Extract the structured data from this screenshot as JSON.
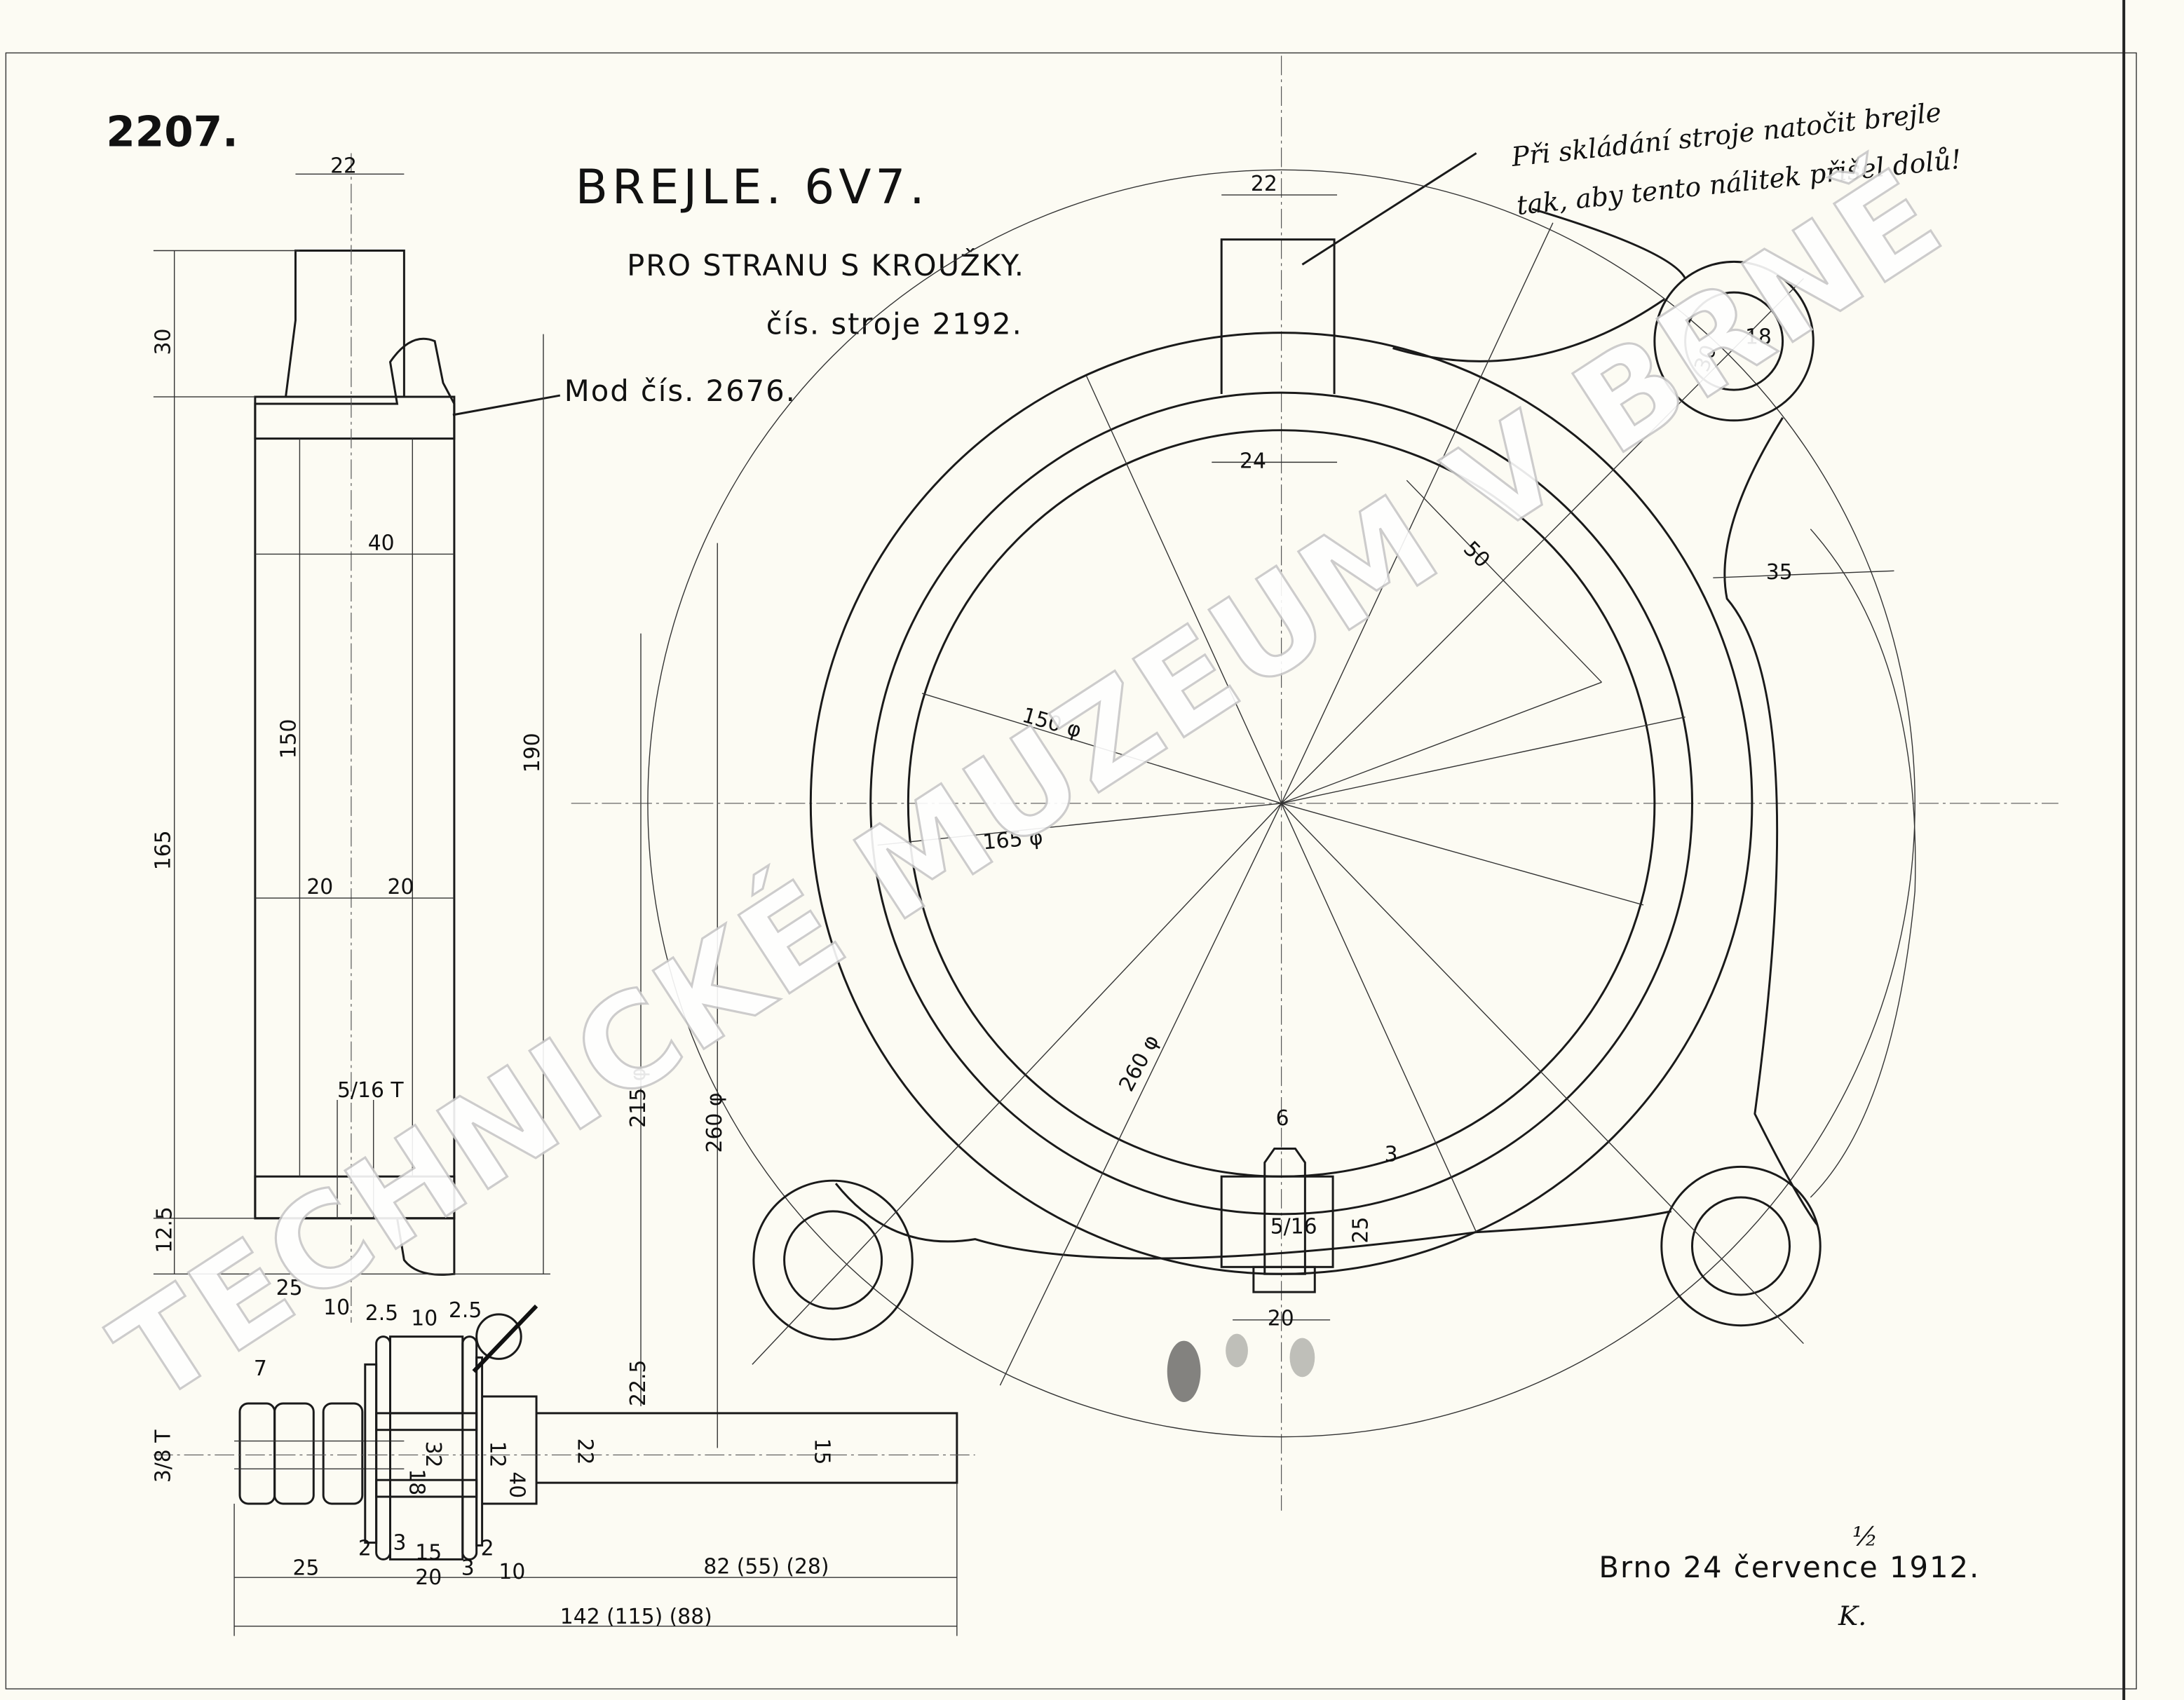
{
  "drawing": {
    "number": "2207.",
    "title": "BREJLE. 6V7.",
    "subtitle": "PRO STRANU S KROUŽKY.",
    "machine_no": "čís. stroje 2192.",
    "model_ref": "Mod čís. 2676.",
    "note_line1": "Při skládání stroje natočit brejle",
    "note_line2": "tak, aby tento nálitek přišel dolů!",
    "place_date": "Brno 24 července 1912.",
    "sheet_mark": "½",
    "signature": "K.",
    "watermark": "TECHNICKÉ MUZEUM V BRNĚ"
  },
  "dimensions_side": [
    "22",
    "30",
    "40",
    "150",
    "190",
    "165",
    "20",
    "20",
    "5/16 T",
    "12.5",
    "25",
    "10",
    "2.5",
    "10",
    "2.5",
    "7",
    "3/8 T",
    "18",
    "32",
    "12",
    "40",
    "22",
    "15",
    "22.5",
    "215 φ",
    "260 φ",
    "2",
    "3",
    "15",
    "2",
    "25",
    "20",
    "3",
    "10",
    "82 (55) (28)",
    "142 (115) (88)"
  ],
  "dimensions_front": [
    "22",
    "24",
    "50",
    "35",
    "30",
    "18",
    "150 φ",
    "165 φ",
    "260 φ",
    "6",
    "3",
    "25",
    "5/16",
    "20"
  ]
}
